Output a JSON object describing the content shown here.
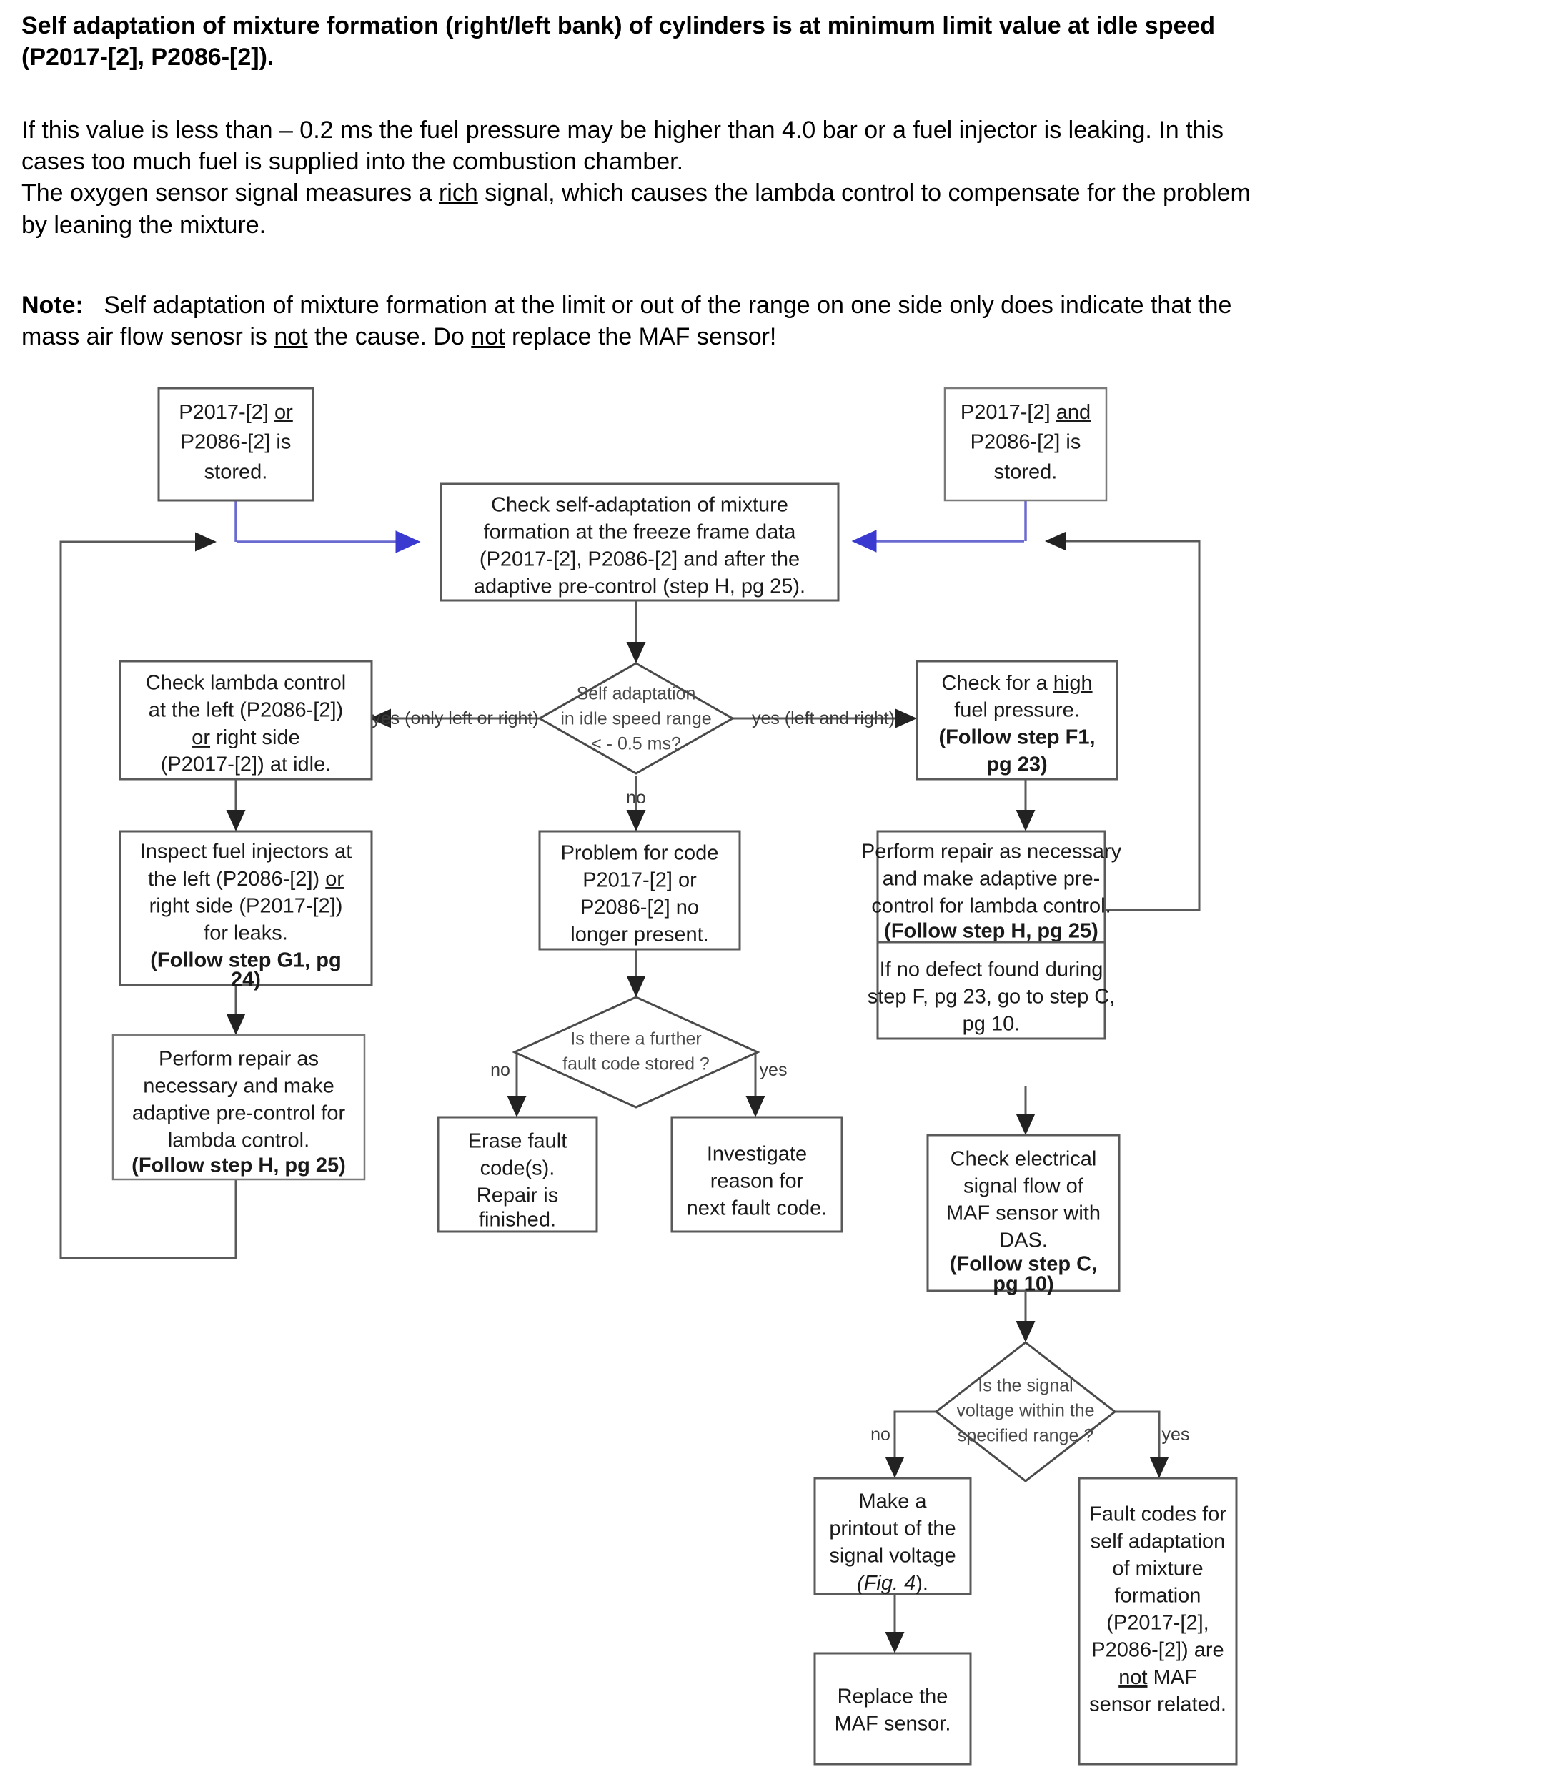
{
  "document": {
    "title_line1": "Self adaptation of mixture formation (right/left bank) of cylinders is at minimum limit value at idle speed",
    "title_line2": "(P2017-[2], P2086-[2]).",
    "body_line1": "If this value is less than – 0.2 ms the fuel pressure may be higher than 4.0 bar or a fuel injector is leaking. In this",
    "body_line2": "cases too much fuel is supplied into the combustion chamber.",
    "body_line3a": "The oxygen sensor signal measures a ",
    "body_line3b": "rich",
    "body_line3c": " signal, which causes the lambda control to compensate for the problem",
    "body_line4": "by leaning the mixture.",
    "note_label": "Note:",
    "note_line1": "Self adaptation of mixture formation at the limit or out of the range on one side only does indicate that the",
    "note_line2a": "mass air flow senosr is ",
    "note_line2b": "not",
    "note_line2c": " the cause. Do ",
    "note_line2d": "not",
    "note_line2e": " replace the  MAF sensor!"
  },
  "flowchart": {
    "accent_arrow_color": "#6a6ad0",
    "line_color": "#5a5a5a",
    "nodes": {
      "start_left": {
        "lines": [
          "P2017-[2] or",
          "P2086-[2] is",
          "stored."
        ],
        "underline_word": "or"
      },
      "start_right": {
        "lines": [
          "P2017-[2] and",
          "P2086-[2] is",
          "stored."
        ],
        "underline_word": "and"
      },
      "check_self_adaptation": {
        "lines": [
          "Check self-adaptation of mixture",
          "formation at the freeze frame data",
          "(P2017-[2], P2086-[2] and after the",
          "adaptive pre-control (step H, pg 25)."
        ]
      },
      "decision_idle": {
        "lines": [
          "Self adaptation",
          "in idle speed range",
          "< - 0.5 ms?"
        ]
      },
      "check_lambda": {
        "lines": [
          "Check lambda control",
          "at the left (P2086-[2])",
          "or right side",
          "(P2017-[2]) at idle."
        ],
        "underline_word": "or"
      },
      "inspect_injectors": {
        "lines": [
          "Inspect fuel injectors at",
          "the left (P2086-[2]) or",
          "right side (P2017-[2])",
          "for leaks.",
          "(Follow step G1, pg",
          "24)"
        ],
        "bold_lines": [
          4,
          5
        ],
        "underline_word": "or"
      },
      "perform_repair_left": {
        "lines": [
          "Perform repair as",
          "necessary and make",
          "adaptive pre-control for",
          "lambda control.",
          "(Follow step H, pg 25)"
        ],
        "bold_lines": [
          4
        ]
      },
      "problem_no_longer": {
        "lines": [
          "Problem for code",
          "P2017-[2] or",
          "P2086-[2] no",
          "longer present."
        ]
      },
      "decision_further_code": {
        "lines": [
          "Is there a further",
          "fault code stored ?"
        ]
      },
      "erase_fault": {
        "lines": [
          "Erase fault",
          "code(s).",
          "Repair is",
          "finished."
        ]
      },
      "investigate_reason": {
        "lines": [
          "Investigate",
          "reason for",
          "next fault code."
        ]
      },
      "check_fuel_pressure": {
        "lines": [
          "Check for a high",
          "fuel pressure.",
          "(Follow step F1,",
          "pg 23)"
        ],
        "bold_lines": [
          2,
          3
        ],
        "underline_word": "high"
      },
      "perform_repair_right": {
        "lines": [
          "Perform repair as necessary",
          "and make adaptive pre-",
          "control for lambda control.",
          "(Follow step H, pg 25)"
        ],
        "bold_lines": [
          3
        ]
      },
      "no_defect_note": {
        "lines": [
          "If no defect found during",
          "step F, pg 23, go to step C,",
          "pg 10."
        ]
      },
      "check_electrical": {
        "lines": [
          "Check electrical",
          "signal flow of",
          "MAF sensor with",
          "DAS.",
          "(Follow step C,",
          "pg 10)"
        ],
        "bold_lines": [
          4,
          5
        ]
      },
      "decision_signal_voltage": {
        "lines": [
          "Is the signal",
          "voltage  within the",
          "specified range ?"
        ]
      },
      "make_printout": {
        "lines": [
          "Make a",
          "printout of the",
          "signal voltage",
          "(Fig. 4)."
        ],
        "italic_lines": [
          3
        ]
      },
      "replace_maf": {
        "lines": [
          "Replace the",
          "MAF sensor."
        ]
      },
      "fault_codes_not_maf": {
        "lines": [
          "Fault codes for",
          "self adaptation",
          "of mixture",
          "formation",
          "(P2017-[2],",
          "P2086-[2]) are",
          "not  MAF",
          "sensor related."
        ],
        "underline_word": "not"
      }
    },
    "edge_labels": {
      "yes_only_left_or_right": "yes (only left or right)",
      "yes_left_and_right": "yes (left and right)",
      "no_from_idle": "no",
      "no_from_further": "no",
      "yes_from_further": "yes",
      "no_from_voltage": "no",
      "yes_from_voltage": "yes"
    }
  }
}
